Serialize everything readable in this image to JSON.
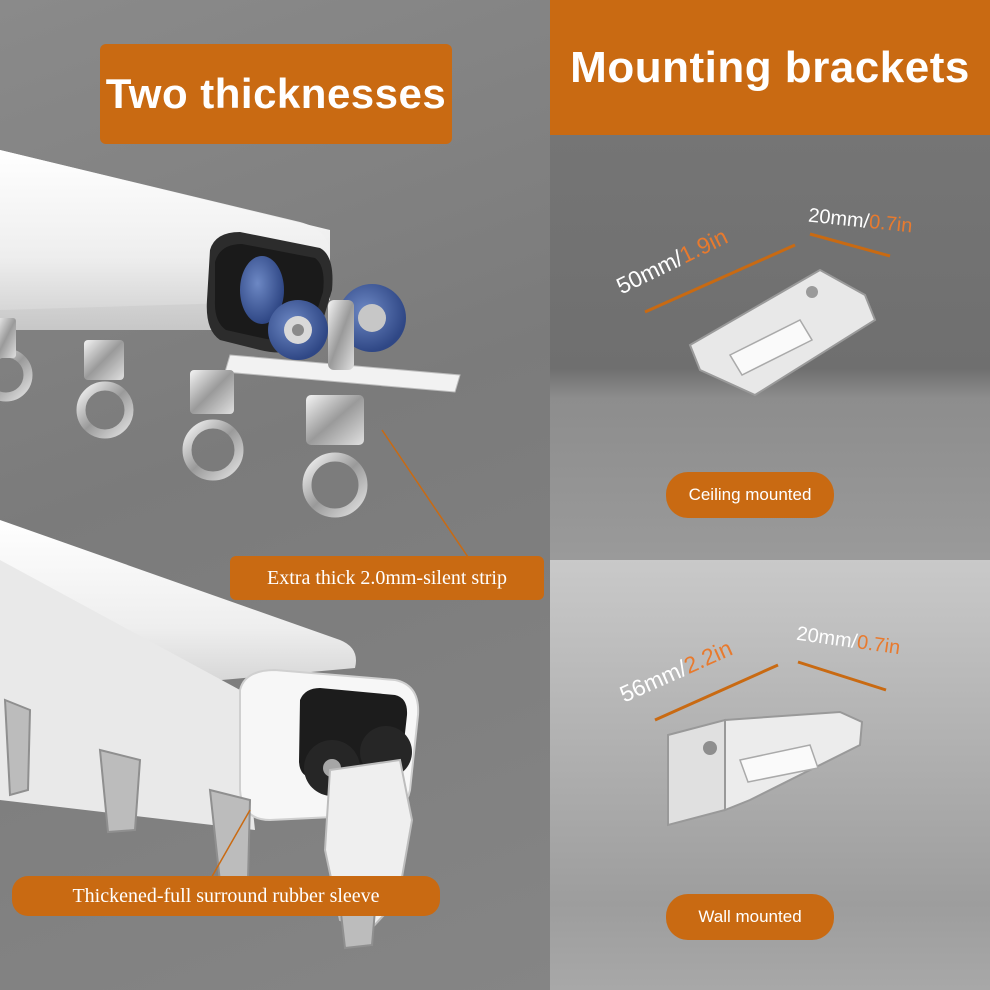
{
  "left_panel": {
    "banner_title": "Two thicknesses",
    "callout_strip": "Extra thick 2.0mm-silent strip",
    "callout_sleeve": "Thickened-full surround rubber sleeve"
  },
  "right_panel": {
    "banner_title": "Mounting brackets",
    "ceiling": {
      "length_mm": "50mm/",
      "length_in": "1.9in",
      "width_mm": "20mm/",
      "width_in": "0.7in",
      "label": "Ceiling mounted"
    },
    "wall": {
      "length_mm": "56mm/",
      "length_in": "2.2in",
      "width_mm": "20mm/",
      "width_in": "0.7in",
      "label": "Wall mounted"
    }
  },
  "colors": {
    "accent_orange": "#c96a12",
    "dimension_orange": "#e87a2e",
    "roller_blue": "#3d5a99"
  }
}
